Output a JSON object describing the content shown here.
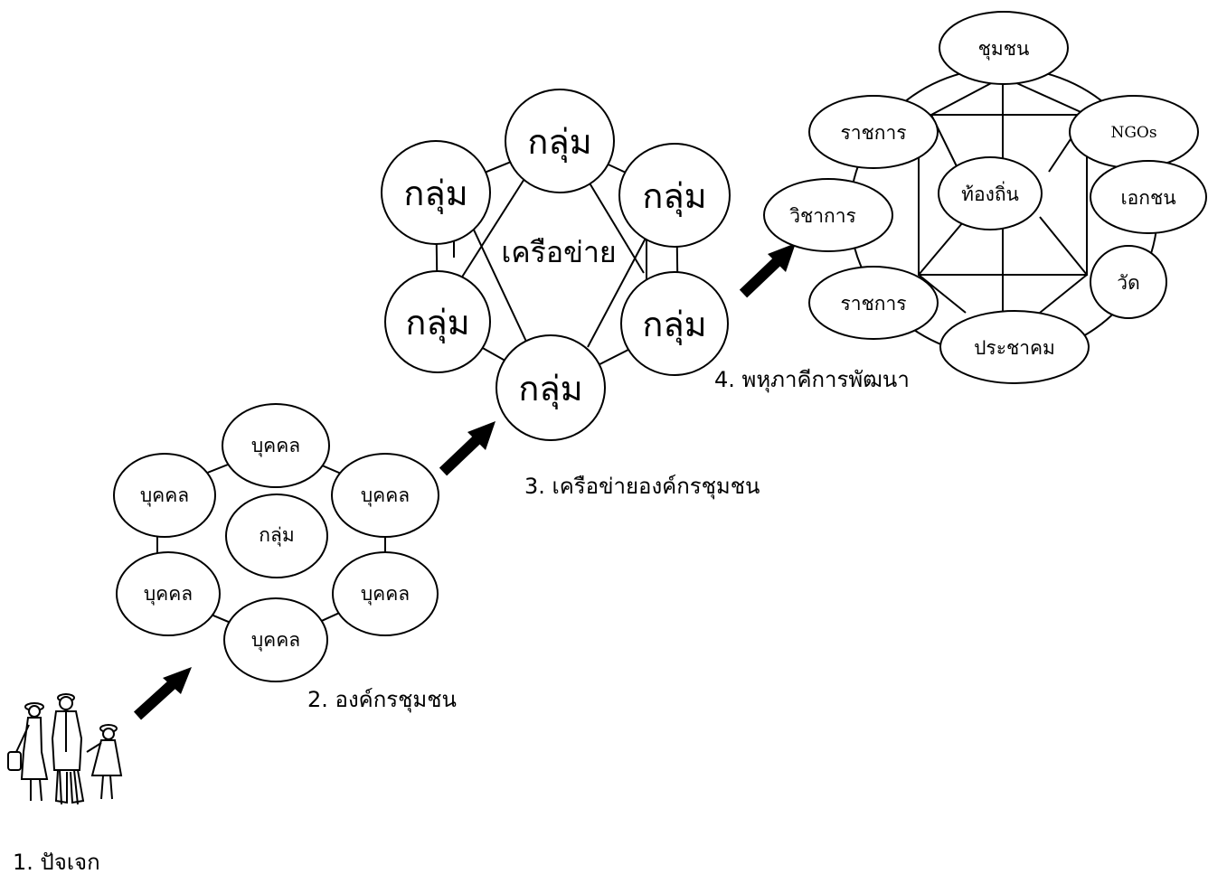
{
  "colors": {
    "stroke": "#000000",
    "background": "#ffffff"
  },
  "icons": {
    "people": "family-walking-icon",
    "arrow": "diagonal-arrow-icon"
  },
  "stage1": {
    "label": "1.  ปัจเจก"
  },
  "stage2": {
    "label": "2.  องค์กรชุมชน",
    "center": "กลุ่ม",
    "nodes": [
      "บุคคล",
      "บุคคล",
      "บุคคล",
      "บุคคล",
      "บุคคล",
      "บุคคล"
    ]
  },
  "stage3": {
    "label": "3.  เครือข่ายองค์กรชุมชน",
    "center": "เครือข่าย",
    "nodes": [
      "กลุ่ม",
      "กลุ่ม",
      "กลุ่ม",
      "กลุ่ม",
      "กลุ่ม",
      "กลุ่ม"
    ]
  },
  "stage4": {
    "label": "4.  พหุภาคีการพัฒนา",
    "nodes": {
      "top": "ชุมชน",
      "ngos": "NGOs",
      "gov_upper": "ราชการ",
      "center": "ท้องถิ่น",
      "private": "เอกชน",
      "academic": "วิชาการ",
      "temple": "วัด",
      "gov_lower": "ราชการ",
      "civil": "ประชาคม"
    }
  }
}
